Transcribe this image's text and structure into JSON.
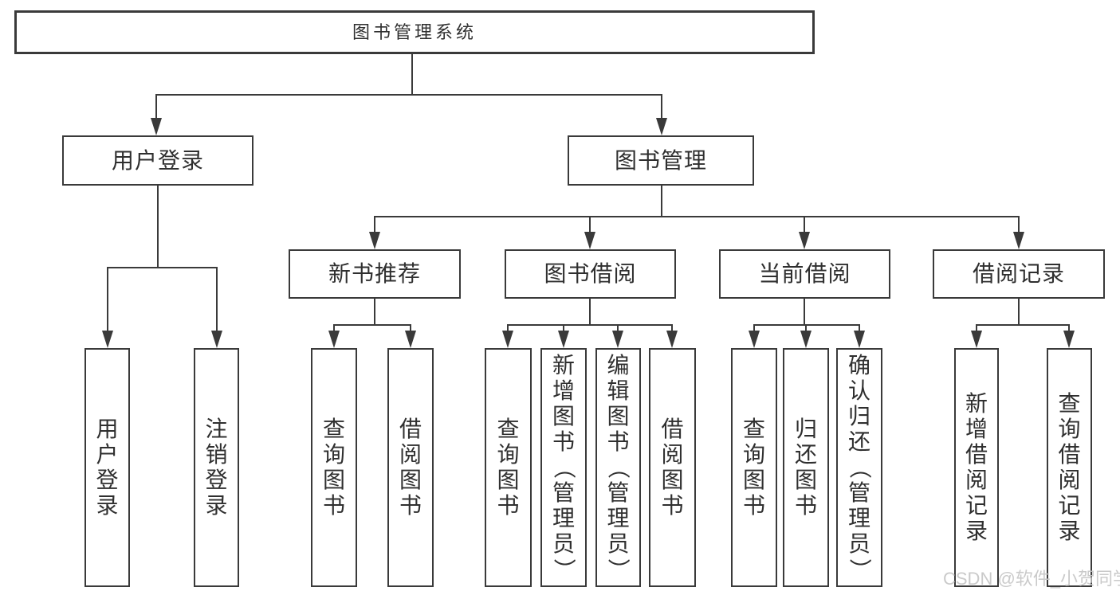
{
  "diagram": {
    "root": {
      "label": "图书管理系统"
    },
    "level2": [
      {
        "label": "用户登录",
        "children": [
          {
            "label": "用户登录"
          },
          {
            "label": "注销登录"
          }
        ]
      },
      {
        "label": "图书管理",
        "children": [
          {
            "label": "新书推荐",
            "children": [
              {
                "label": "查询图书"
              },
              {
                "label": "借阅图书"
              }
            ]
          },
          {
            "label": "图书借阅",
            "children": [
              {
                "label": "查询图书"
              },
              {
                "label": "新增图书（管理员）"
              },
              {
                "label": "编辑图书（管理员）"
              },
              {
                "label": "借阅图书"
              }
            ]
          },
          {
            "label": "当前借阅",
            "children": [
              {
                "label": "查询图书"
              },
              {
                "label": "归还图书"
              },
              {
                "label": "确认归还（管理员）"
              }
            ]
          },
          {
            "label": "借阅记录",
            "children": [
              {
                "label": "新增借阅记录"
              },
              {
                "label": "查询借阅记录"
              }
            ]
          }
        ]
      }
    ]
  },
  "watermark": {
    "text": "CSDN @软件_小贺同学"
  },
  "colors": {
    "line": "#3a3a3a",
    "text": "#2f2f2f",
    "watermark": "#c6c6c6",
    "background": "#ffffff"
  }
}
